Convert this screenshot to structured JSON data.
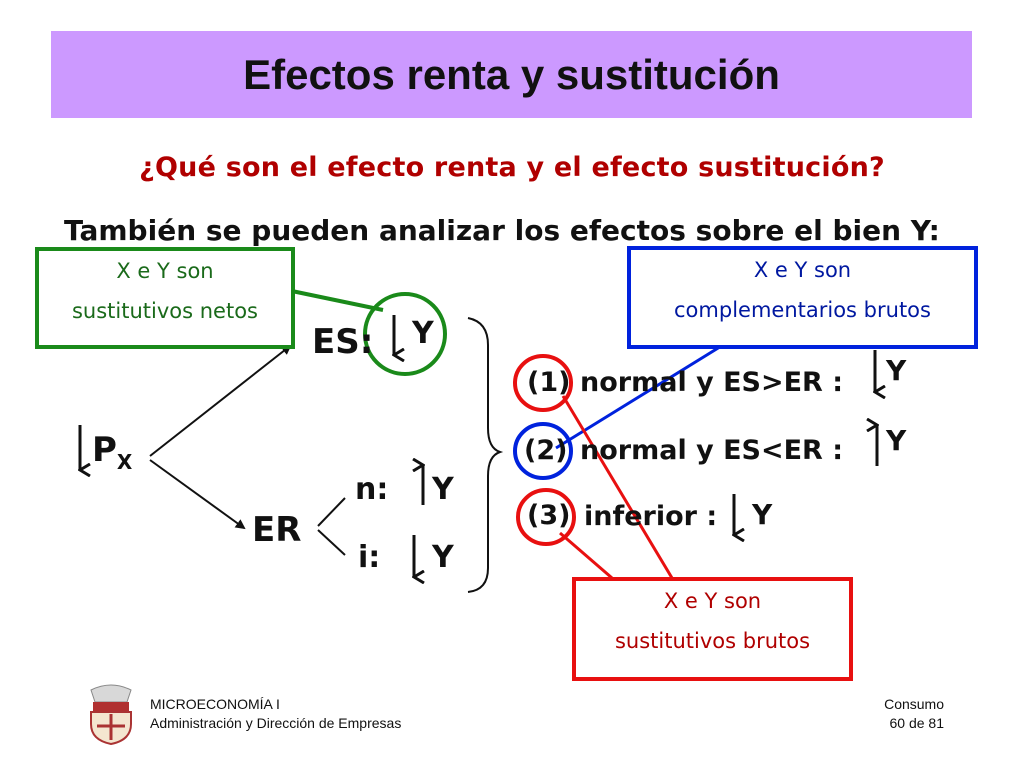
{
  "title": "Efectos renta y sustitución",
  "question": "¿Qué son el efecto renta y el efecto sustitución?",
  "subtitle": "También se pueden analizar los efectos sobre el bien Y:",
  "boxes": {
    "green": {
      "line1": "X e Y son",
      "line2": "sustitutivos netos",
      "color": "#1a8a1a"
    },
    "blue": {
      "line1": "X e Y son",
      "line2": "complementarios brutos",
      "color": "#0022dd"
    },
    "red": {
      "line1": "X e Y son",
      "line2": "sustitutivos brutos",
      "color": "#e81010"
    }
  },
  "diagram": {
    "px_label": "P",
    "px_sub": "X",
    "es_label": "ES:",
    "er_label": "ER",
    "n_label": "n:",
    "i_label": "i:",
    "y_label": "Y",
    "cases": [
      {
        "num": "(1)",
        "text": "normal y ES>ER :",
        "direction": "down"
      },
      {
        "num": "(2)",
        "text": "normal y ES<ER :",
        "direction": "up"
      },
      {
        "num": "(3)",
        "text": "inferior :",
        "direction": "down"
      }
    ]
  },
  "footer": {
    "left_line1": "MICROECONOMÍA I",
    "left_line2": "Administración y Dirección de Empresas",
    "right_line1": "Consumo",
    "right_line2": "60 de 81"
  }
}
